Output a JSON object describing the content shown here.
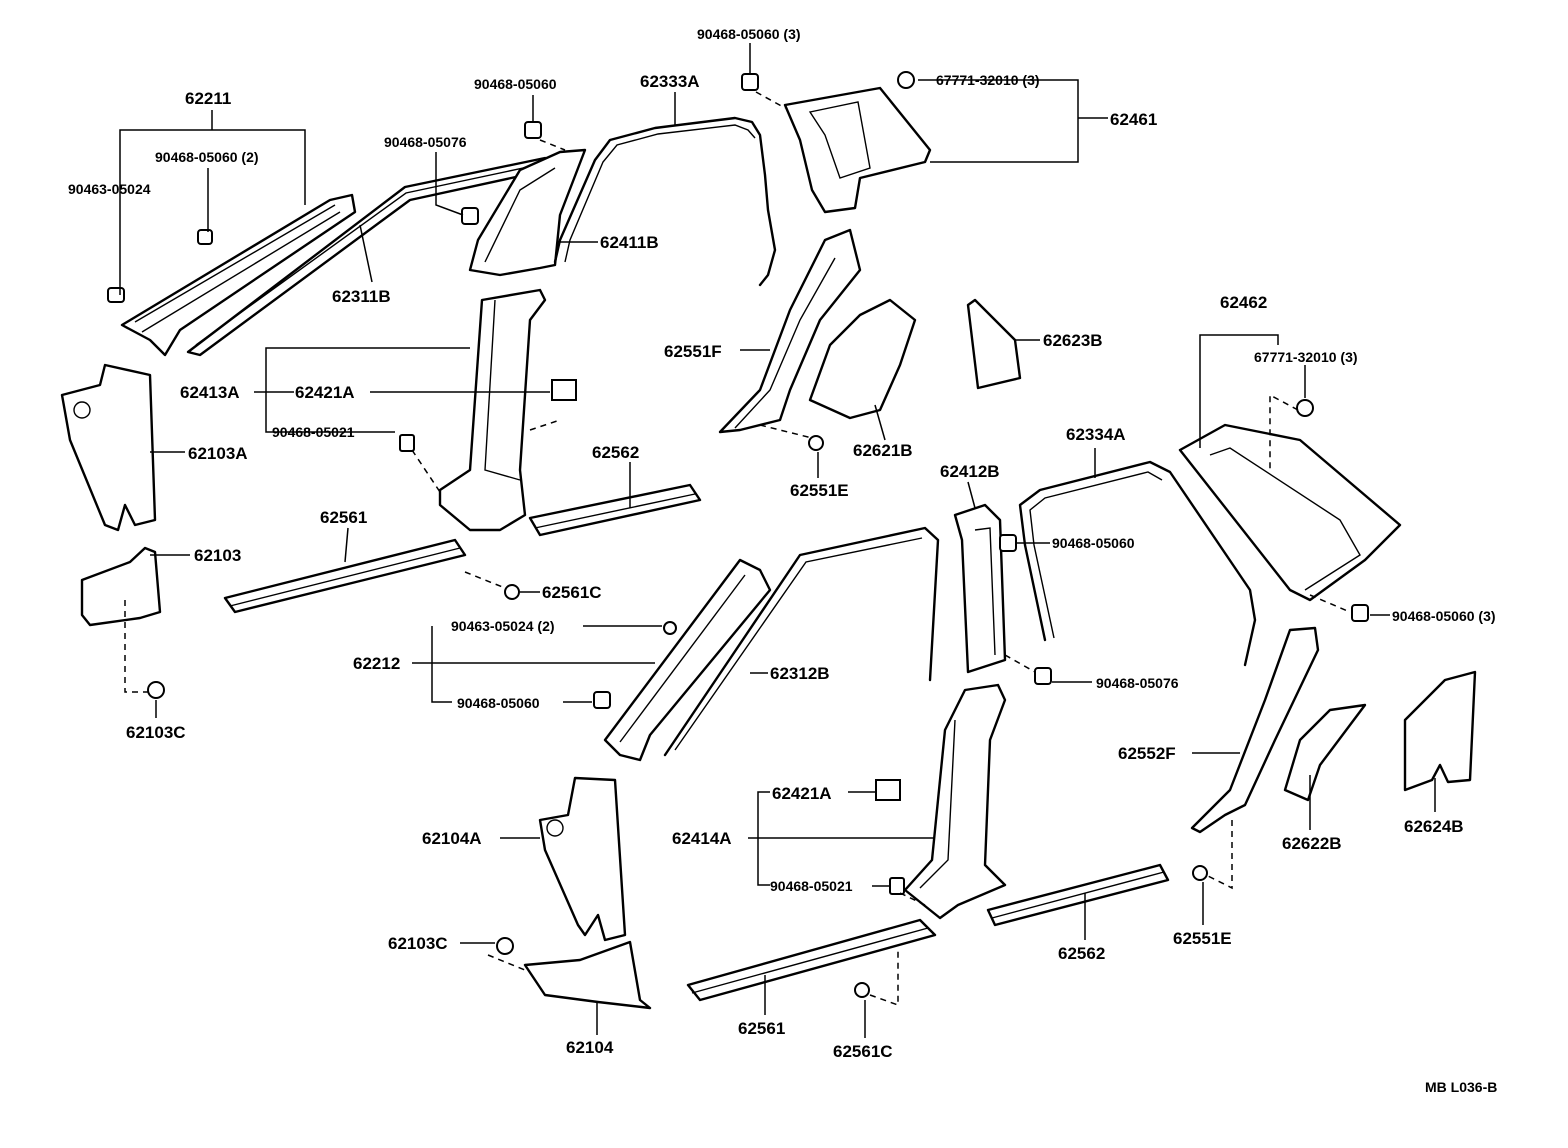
{
  "labels": {
    "p62211": "62211",
    "p90468_05060_2": "90468-05060 (2)",
    "p90463_05024_a": "90463-05024",
    "p62311B": "62311B",
    "p90468_05076_a": "90468-05076",
    "p90468_05060_a": "90468-05060",
    "p62411B": "62411B",
    "p90468_05060_3_top": "90468-05060 (3)",
    "p62333A": "62333A",
    "p67771_32010_3_a": "67771-32010 (3)",
    "p62461": "62461",
    "p62413A": "62413A",
    "p62421A_a": "62421A",
    "p90468_05021_a": "90468-05021",
    "p62103A": "62103A",
    "p62551F": "62551F",
    "p62551E_a": "62551E",
    "p62621B": "62621B",
    "p62623B": "62623B",
    "p62462": "62462",
    "p67771_32010_3_b": "67771-32010 (3)",
    "p62562_a": "62562",
    "p62561_a": "62561",
    "p62561C_a": "62561C",
    "p62103": "62103",
    "p62103C_a": "62103C",
    "p62212": "62212",
    "p90463_05024_2": "90463-05024 (2)",
    "p90468_05060_b": "90468-05060",
    "p62312B": "62312B",
    "p62412B": "62412B",
    "p90468_05060_c": "90468-05060",
    "p62334A": "62334A",
    "p90468_05060_3_right": "90468-05060 (3)",
    "p90468_05076_b": "90468-05076",
    "p62552F": "62552F",
    "p62622B": "62622B",
    "p62624B": "62624B",
    "p62551E_b": "62551E",
    "p62104A": "62104A",
    "p62103C_b": "62103C",
    "p62104": "62104",
    "p62421A_b": "62421A",
    "p62414A": "62414A",
    "p90468_05021_b": "90468-05021",
    "p62561_b": "62561",
    "p62561C_b": "62561C",
    "p62562_b": "62562"
  },
  "footer": {
    "code": "MB  L036-B"
  }
}
